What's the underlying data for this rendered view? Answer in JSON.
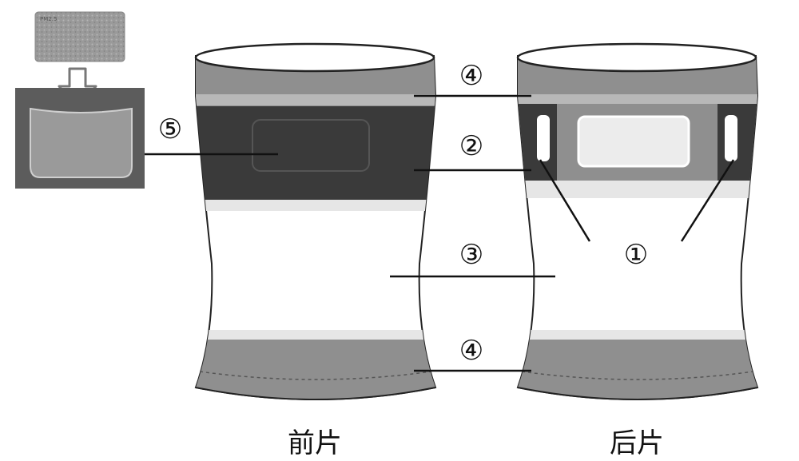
{
  "labels": {
    "n1": "①",
    "n2": "②",
    "n3": "③",
    "n4_top": "④",
    "n4_bottom": "④",
    "n5": "⑤"
  },
  "captions": {
    "front": "前片",
    "back": "后片"
  },
  "filter_sheet_text": "PM2.5"
}
